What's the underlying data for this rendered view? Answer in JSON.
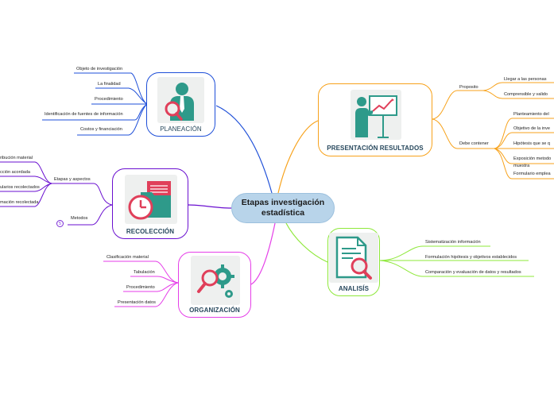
{
  "central": {
    "title": "Etapas investigación estadística"
  },
  "topics": {
    "planeacion": {
      "title": "PLANEACIÓN",
      "color": "#1e4fd8",
      "icon": "person-magnifier-icon"
    },
    "presentacion": {
      "title": "PRESENTACIÓN RESULTADOS",
      "color": "#f7a21b",
      "icon": "presentation-board-icon"
    },
    "recoleccion": {
      "title": "RECOLECCIÓN",
      "color": "#6a0fd0",
      "icon": "folder-clock-icon"
    },
    "analisis": {
      "title": "ANALISÍS",
      "color": "#8ee83a",
      "icon": "document-magnifier-icon"
    },
    "organizacion": {
      "title": "ORGANIZACIÓN",
      "color": "#e53ee8",
      "icon": "gears-magnifier-icon"
    }
  },
  "planeacion_items": [
    "Objeto de investigación",
    "La finalidad",
    "Procedimiento",
    "Identificación de fuentes de información",
    "Costos y financiación"
  ],
  "presentacion": {
    "proposito": "Proposito",
    "proposito_items": [
      "Llegar a las personas",
      "Comprensible y valido"
    ],
    "debe": "Debe contener",
    "debe_items": [
      "Planteamiento del",
      "Objetivo de la inve",
      "Hipótesis que se q",
      "Exposición metodo",
      "muestra",
      "Formulario emplea"
    ]
  },
  "recoleccion": {
    "etapas": "Etapas y aspectos",
    "etapas_items": [
      "ribución material",
      "cción acordada",
      "ularios recolectados",
      "mación recolectada"
    ],
    "metodos": "Metodos",
    "badge": "5"
  },
  "analisis_items": [
    "Sistematización información",
    "Formulación hipótesis y objetivos establecidos",
    "Comparación y evaluación de datos y resultados"
  ],
  "organizacion_items": [
    "Clasificación material",
    "Tabulación",
    "Procedimiento",
    "Presentación datos"
  ]
}
